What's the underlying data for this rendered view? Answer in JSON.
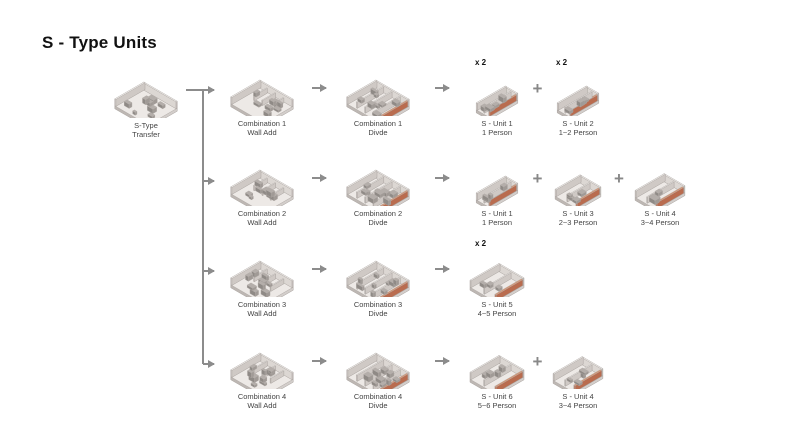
{
  "title": "S - Type Units",
  "source": {
    "line1": "S-Type",
    "line2": "Transfer"
  },
  "rows": [
    {
      "wall": {
        "line1": "Combination 1",
        "line2": "Wall Add"
      },
      "divide": {
        "line1": "Combination 1",
        "line2": "Divde"
      },
      "units": [
        {
          "line1": "S - Unit 1",
          "line2": "1 Person",
          "mult": "x 2"
        },
        {
          "line1": "S - Unit 2",
          "line2": "1~2 Person",
          "mult": "x 2"
        }
      ]
    },
    {
      "wall": {
        "line1": "Combination  2",
        "line2": "Wall Add"
      },
      "divide": {
        "line1": "Combination 2",
        "line2": "Divde"
      },
      "units": [
        {
          "line1": "S - Unit 1",
          "line2": "1 Person",
          "mult": ""
        },
        {
          "line1": "S - Unit 3",
          "line2": "2~3 Person",
          "mult": ""
        },
        {
          "line1": "S - Unit 4",
          "line2": "3~4 Person",
          "mult": ""
        }
      ]
    },
    {
      "wall": {
        "line1": "Combination 3",
        "line2": "Wall Add"
      },
      "divide": {
        "line1": "Combination 3",
        "line2": "Divde"
      },
      "units": [
        {
          "line1": "S - Unit 5",
          "line2": "4~5 Person",
          "mult": "x 2"
        }
      ]
    },
    {
      "wall": {
        "line1": "Combination 4",
        "line2": "Wall Add"
      },
      "divide": {
        "line1": "Combination 4",
        "line2": "Divde"
      },
      "units": [
        {
          "line1": "S - Unit 6",
          "line2": "5~6 Person",
          "mult": ""
        },
        {
          "line1": "S - Unit 4",
          "line2": "3~4 Person",
          "mult": ""
        }
      ]
    }
  ],
  "colors": {
    "floor": "#ede9e6",
    "floor_side": "#bdb7b3",
    "floor_front": "#d3cecb",
    "wall": "#f7f5f3",
    "accent_wall": "#d9906a",
    "furniture": "#8f8a86",
    "arrow": "#8c8c8c",
    "plus": "#8c8c8c"
  }
}
